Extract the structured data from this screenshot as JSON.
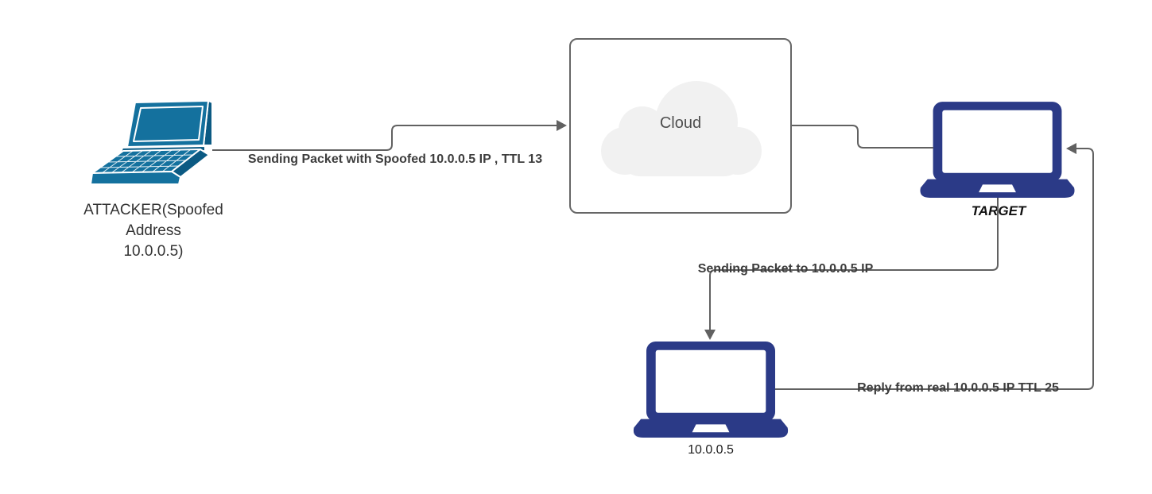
{
  "colors": {
    "connector": "#616161",
    "navy": "#2b3a87",
    "teal": "#14719e",
    "teal_dark": "#0b5a83",
    "cloud_border": "#666666",
    "cloud_fill": "#f1f1f1",
    "cloud_text": "#4f4f4f",
    "label_text": "#3d3d3d",
    "node_text": "#333333"
  },
  "nodes": {
    "attacker": {
      "icon": "perspective-laptop-icon",
      "label_lines": [
        "ATTACKER(Spoofed",
        "Address",
        "10.0.0.5)"
      ]
    },
    "cloud": {
      "icon": "cloud-icon",
      "label": "Cloud"
    },
    "target": {
      "icon": "laptop-icon",
      "label": "TARGET"
    },
    "real_host": {
      "icon": "laptop-icon",
      "label": "10.0.0.5"
    }
  },
  "edges": [
    {
      "from": "attacker",
      "to": "cloud",
      "label": "Sending Packet with Spoofed 10.0.0.5 IP , TTL 13"
    },
    {
      "from": "cloud",
      "to": "target",
      "label": ""
    },
    {
      "from": "target",
      "to": "real_host",
      "label": "Sending Packet to 10.0.0.5 IP"
    },
    {
      "from": "real_host",
      "to": "target",
      "label": "Reply from real 10.0.0.5 IP TTL 25"
    }
  ]
}
